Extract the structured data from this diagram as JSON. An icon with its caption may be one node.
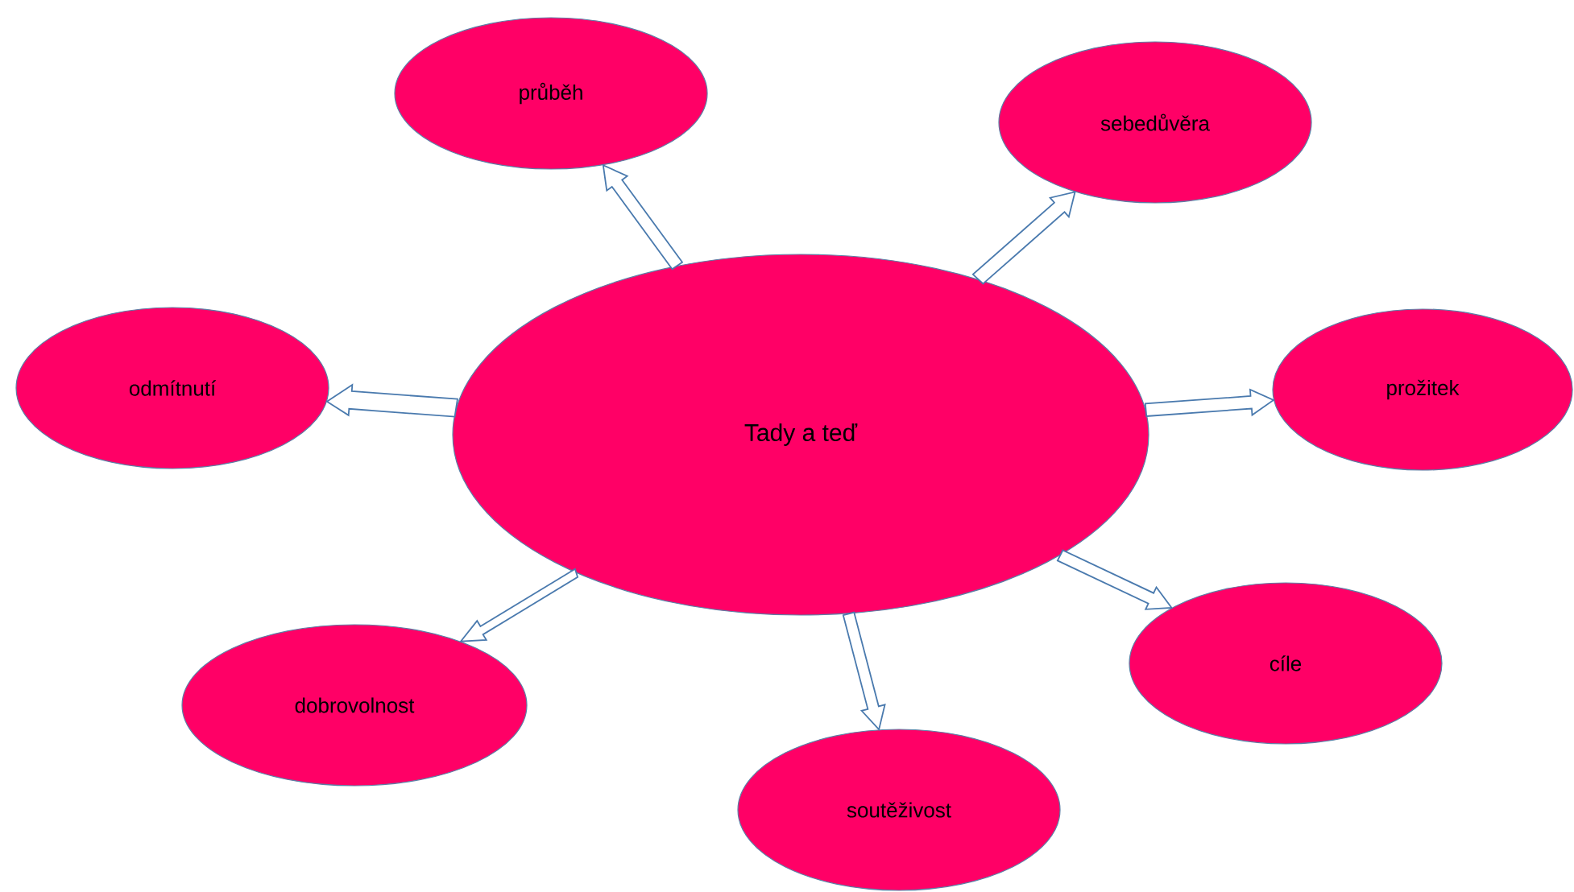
{
  "diagram": {
    "nodes": [
      {
        "text": [
          "průběh"
        ]
      },
      {
        "text": [
          "sebedůvěra"
        ]
      },
      {
        "text": [
          "odmítnutí"
        ]
      },
      {
        "text": [
          "Tady a teď"
        ]
      },
      {
        "text": [
          "prožitek"
        ]
      },
      {
        "text": [
          "dobrovolnost"
        ]
      },
      {
        "text": [
          "cíle"
        ]
      },
      {
        "text": [
          "soutěživost"
        ]
      }
    ],
    "edges": [
      {
        "from": 3,
        "to": 0,
        "arrow": "to"
      },
      {
        "from": 3,
        "to": 1,
        "arrow": "to"
      },
      {
        "from": 3,
        "to": 2,
        "arrow": "to"
      },
      {
        "from": 3,
        "to": 4,
        "arrow": "to"
      },
      {
        "from": 3,
        "to": 5,
        "arrow": "to"
      },
      {
        "from": 3,
        "to": 6,
        "arrow": "to"
      },
      {
        "from": 3,
        "to": 7,
        "arrow": "to"
      }
    ]
  }
}
